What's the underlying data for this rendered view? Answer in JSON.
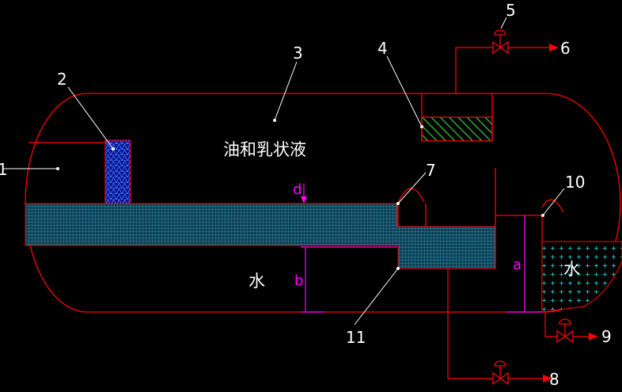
{
  "labels": {
    "oil_emulsion": "油和乳状液",
    "water_main": "水",
    "water_box": "水"
  },
  "callouts": [
    "1",
    "2",
    "3",
    "4",
    "5",
    "6",
    "7",
    "8",
    "9",
    "10",
    "11"
  ],
  "dimensions": {
    "d": "d",
    "b": "b",
    "a": "a"
  },
  "colors": {
    "outline": "#ff0000",
    "dimension": "#ff00ff",
    "text": "#ffffff",
    "background": "#000000",
    "mesh": "#1f6f8a",
    "packing": "#1d1db8",
    "hatch": "#33cc33",
    "water_box": "#16b8b8"
  }
}
